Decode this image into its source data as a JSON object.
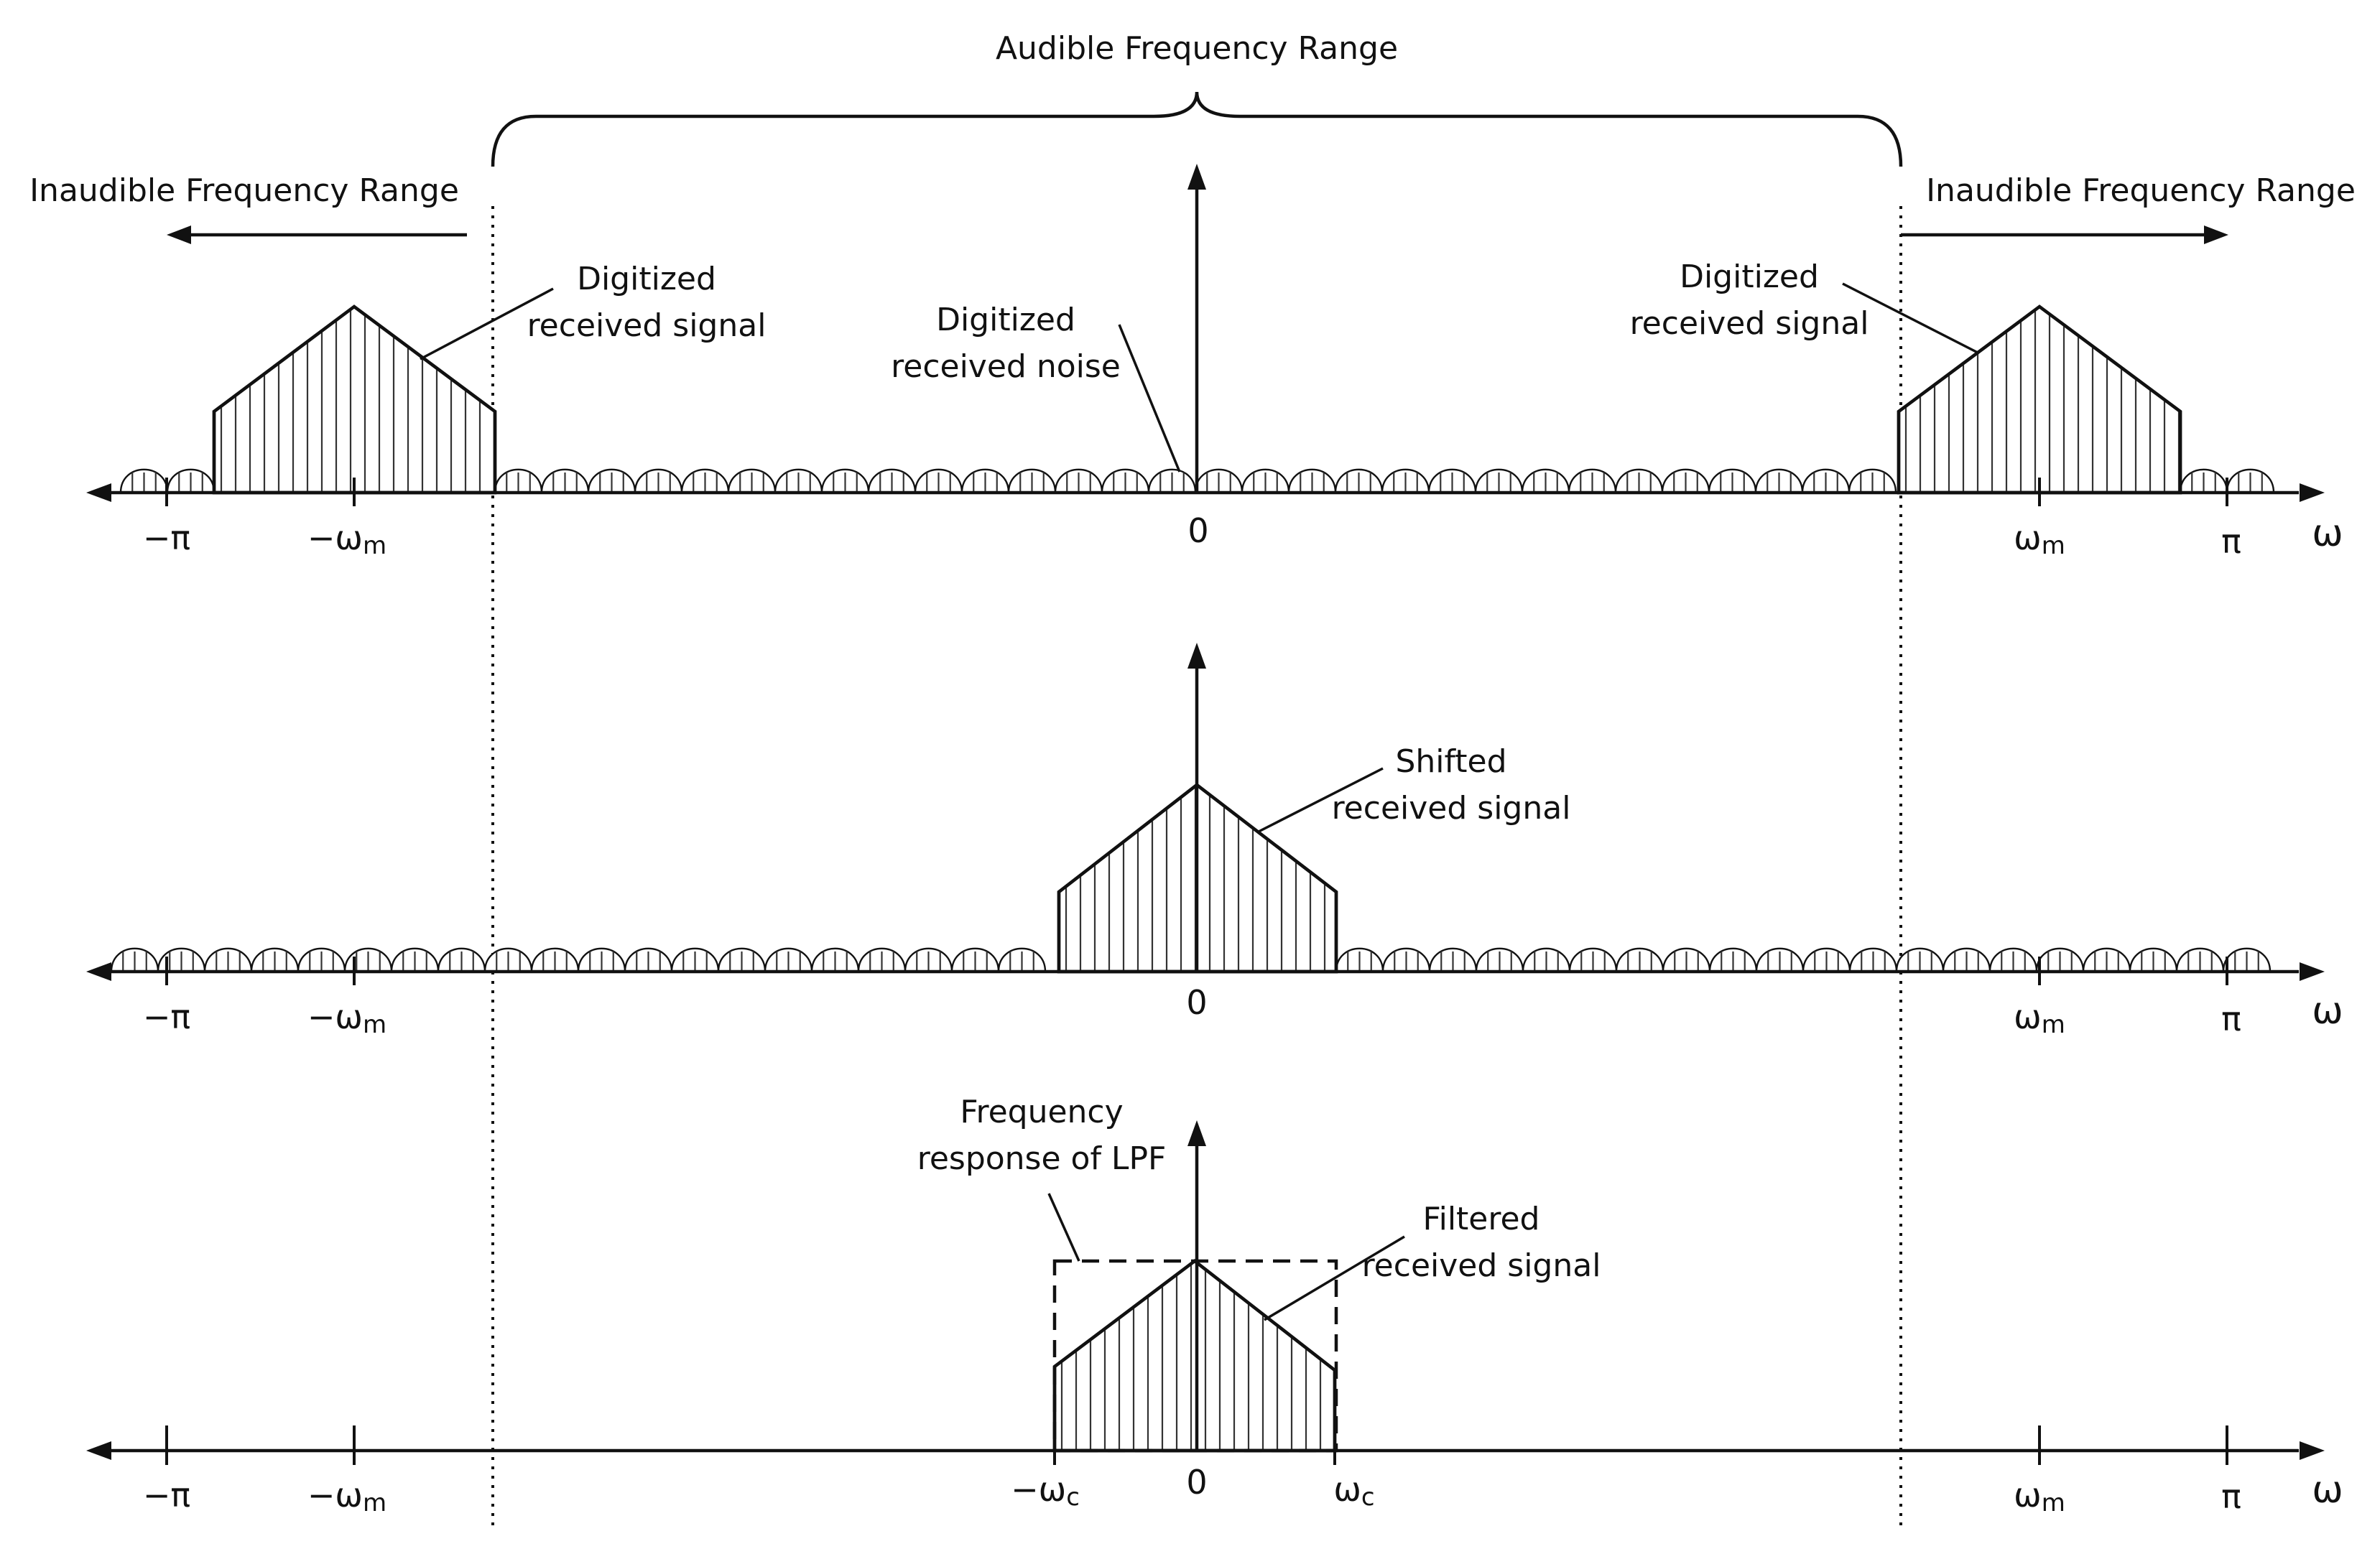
{
  "labels": {
    "audible_range": "Audible Frequency Range",
    "inaudible_left": "Inaudible Frequency Range",
    "inaudible_right": "Inaudible Frequency Range",
    "digitized_signal_left_l1": "Digitized",
    "digitized_signal_left_l2": "received signal",
    "digitized_signal_right_l1": "Digitized",
    "digitized_signal_right_l2": "received signal",
    "digitized_noise_l1": "Digitized",
    "digitized_noise_l2": "received noise",
    "shifted_signal_l1": "Shifted",
    "shifted_signal_l2": "received signal",
    "lpf_response_l1": "Frequency",
    "lpf_response_l2": "response of LPF",
    "filtered_signal_l1": "Filtered",
    "filtered_signal_l2": "received signal"
  },
  "ticks": {
    "neg_pi": "−π",
    "neg_omega_m": "−ω",
    "m_sub": "m",
    "zero": "0",
    "omega_m": "ω",
    "pi": "π",
    "omega": "ω",
    "neg_omega_c": "−ω",
    "omega_c": "ω",
    "c_sub": "c"
  }
}
